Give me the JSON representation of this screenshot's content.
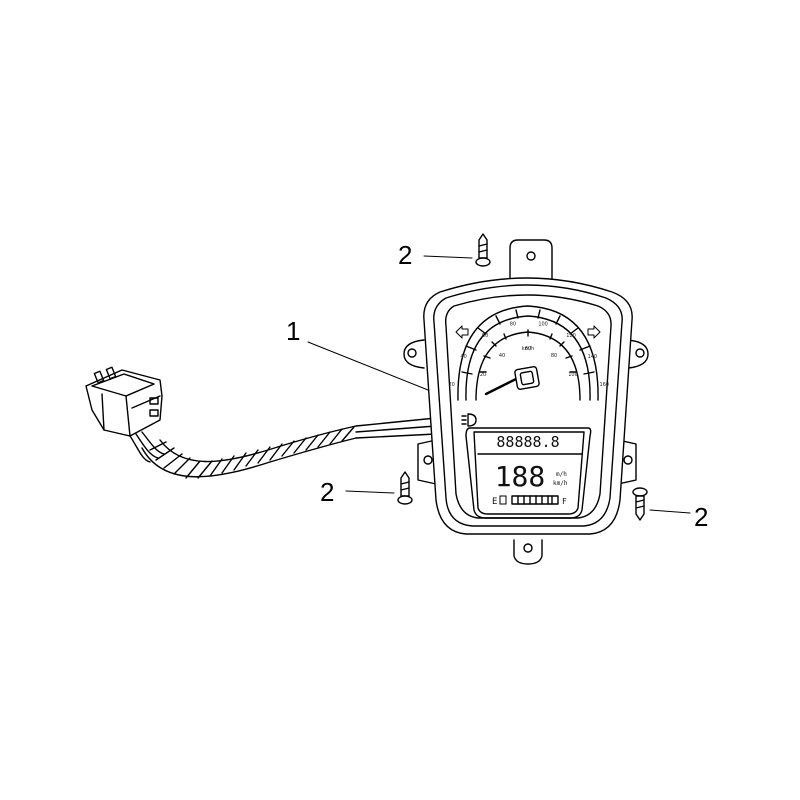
{
  "callouts": {
    "cluster": "1",
    "screw_top": "2",
    "screw_left": "2",
    "screw_right": "2"
  },
  "dial": {
    "unit_label": "km/h",
    "outer_scale": [
      "20",
      "40",
      "60",
      "80",
      "100",
      "120",
      "140",
      "160"
    ],
    "inner_scale": [
      "20",
      "40",
      "60",
      "80",
      "100"
    ]
  },
  "lcd": {
    "odometer": "88888.8",
    "speed": "188",
    "speed_units": [
      "m/h",
      "km/h"
    ],
    "fuel_empty": "E",
    "fuel_full": "F"
  },
  "colors": {
    "line": "#000000",
    "background": "#ffffff"
  }
}
